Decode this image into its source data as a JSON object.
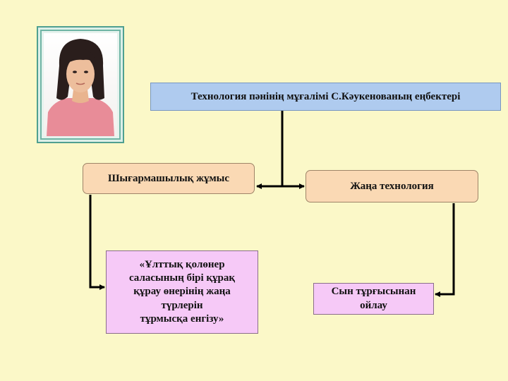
{
  "diagram": {
    "title": "Технология пәнінің мұғалімі С.Кәукенованың еңбектері",
    "left_node": "Шығармашылық жұмыс",
    "right_node": "Жаңа технология",
    "bottom_left_node": "«Ұлттық қолөнер\nсаласының бірі құрақ\nқұрау  өнерінің жаңа\nтүрлерін\n тұрмысқа енгізу»",
    "bottom_right_node": "Сын тұрғысынан\nойлау"
  },
  "colors": {
    "background": "#FBF8C8",
    "title_fill": "#AFCBEF",
    "node_fill": "#FAD9B4",
    "leaf_fill": "#F6C9F7",
    "connector": "#000000"
  }
}
